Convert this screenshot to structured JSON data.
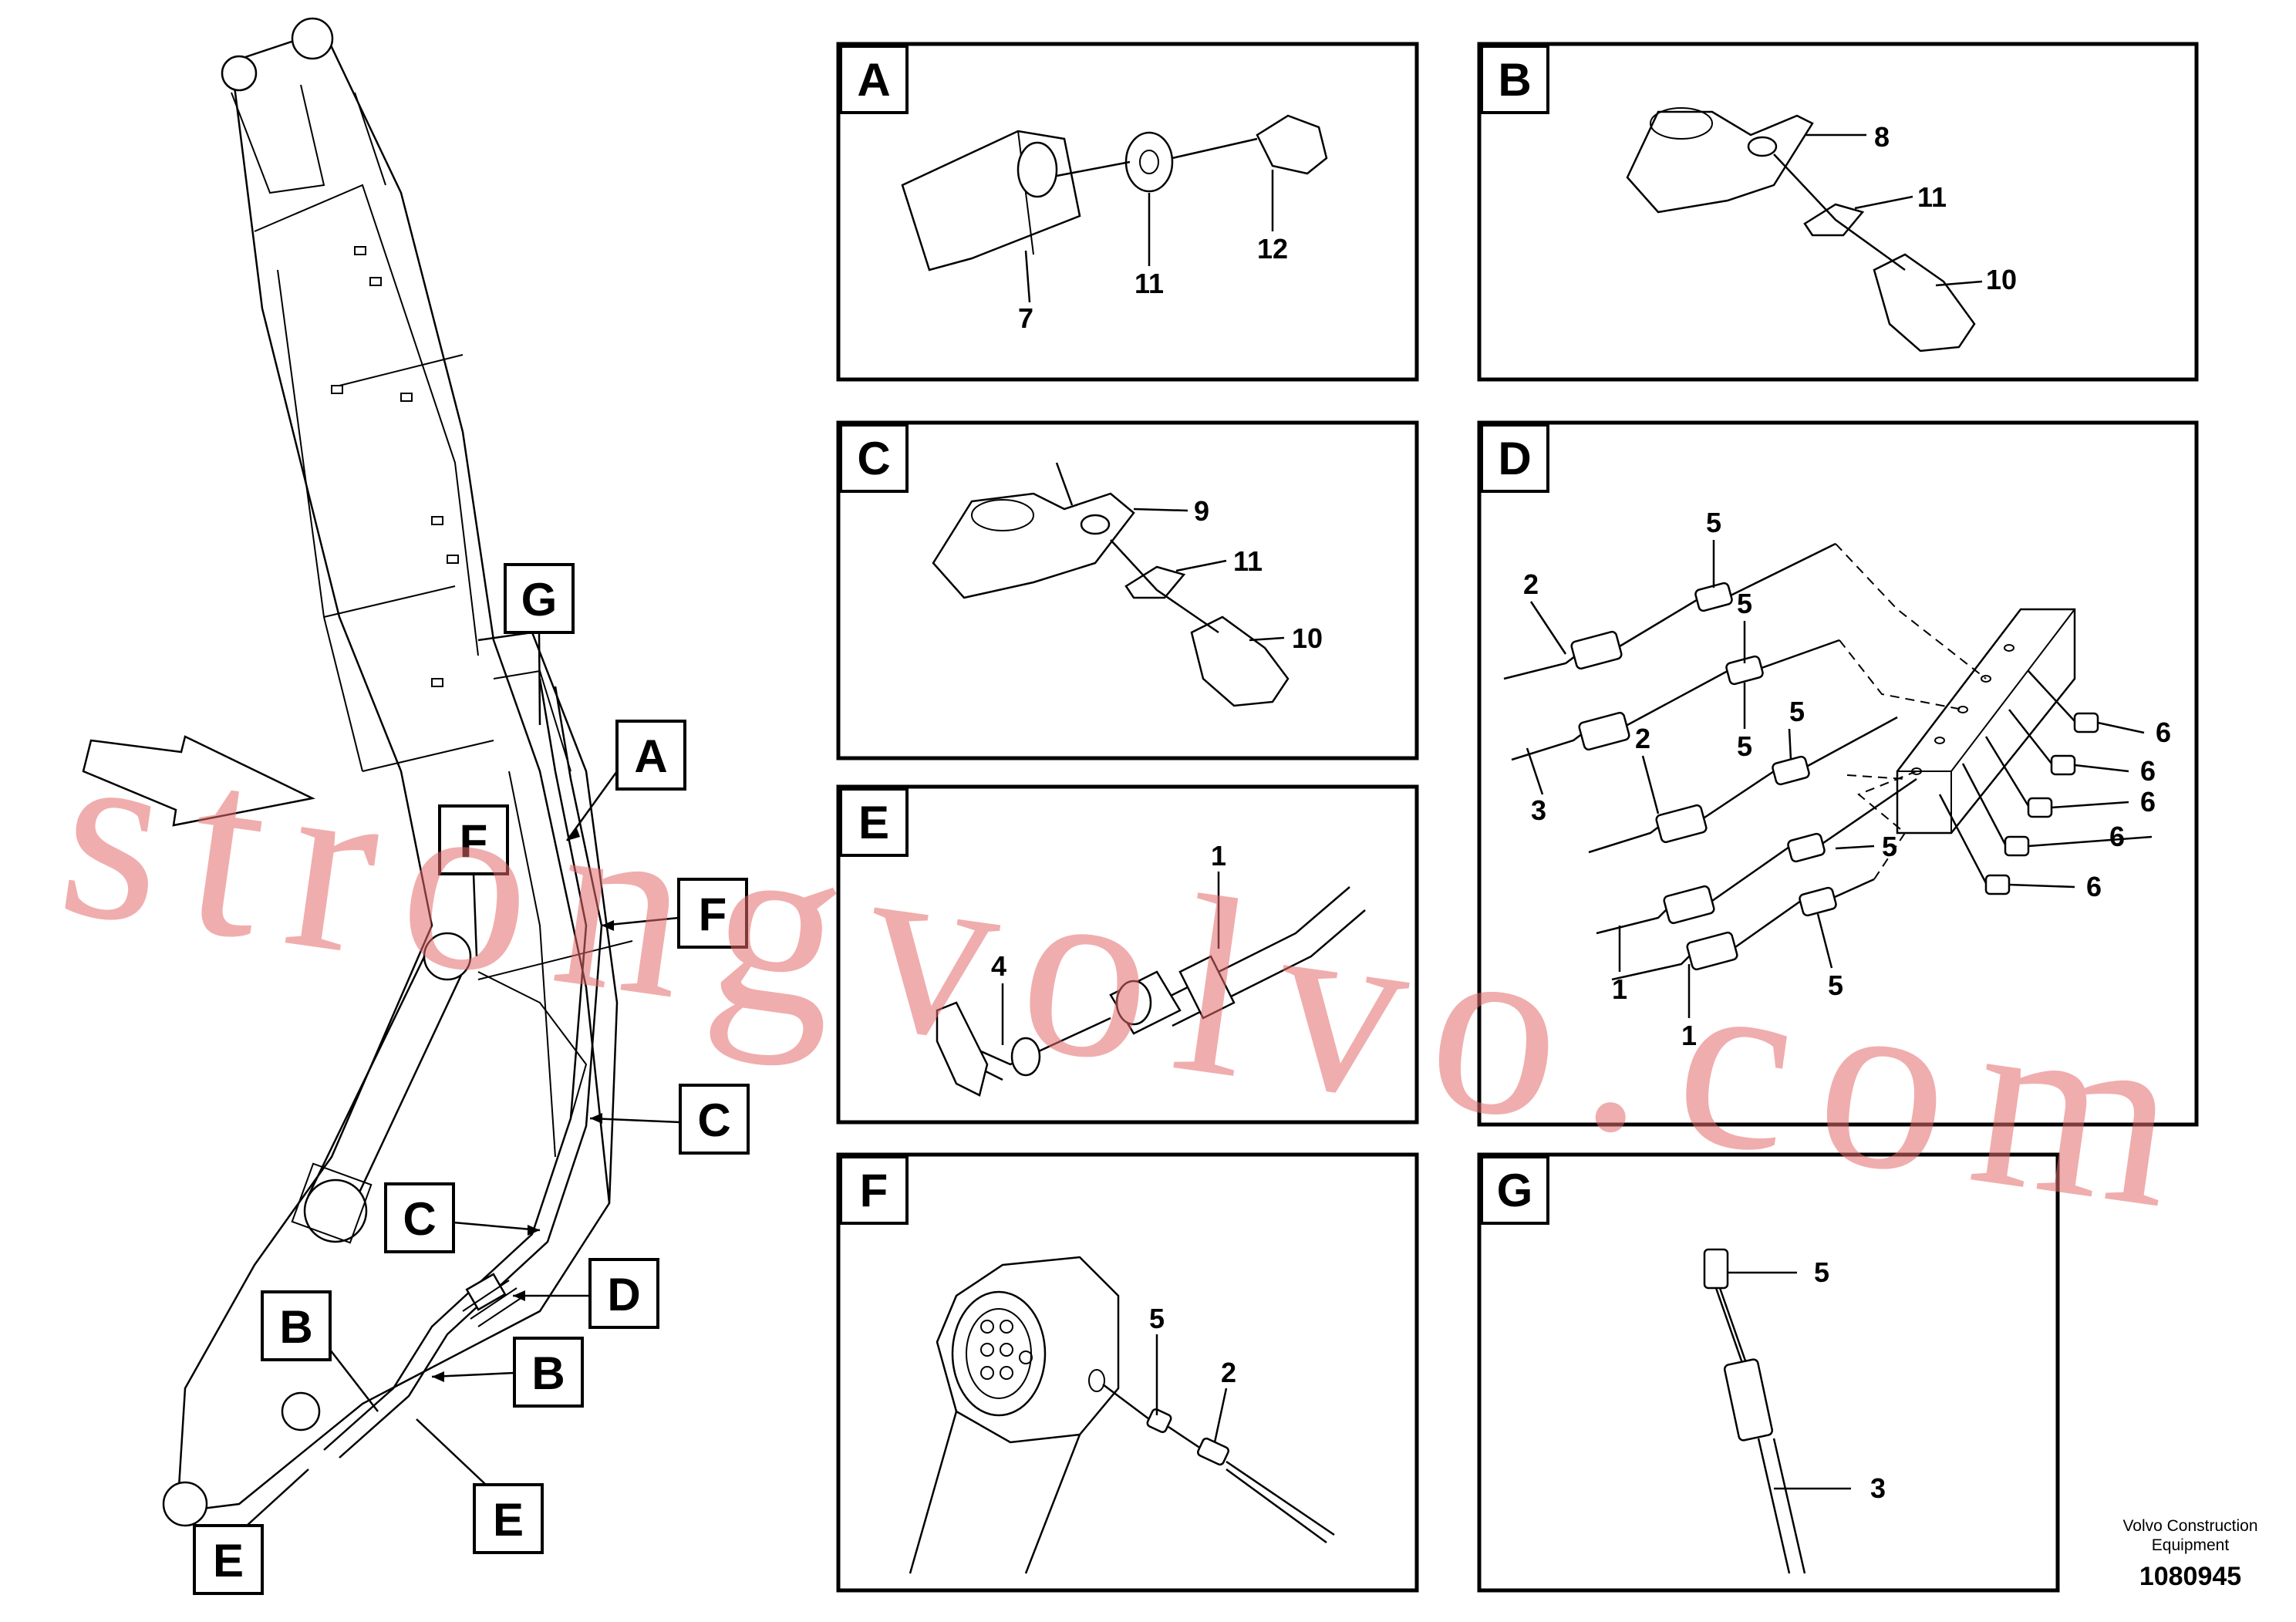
{
  "watermark": "strongvolvo.com",
  "footer": {
    "brand_line1": "Volvo Construction",
    "brand_line2": "Equipment",
    "drawing_number": "1080945"
  },
  "overview_tags": [
    "G",
    "A",
    "F",
    "F",
    "C",
    "C",
    "D",
    "B",
    "B",
    "E",
    "E"
  ],
  "panels": [
    {
      "letter": "A",
      "callouts": [
        "7",
        "11",
        "12"
      ]
    },
    {
      "letter": "B",
      "callouts": [
        "8",
        "11",
        "10"
      ]
    },
    {
      "letter": "C",
      "callouts": [
        "9",
        "11",
        "10"
      ]
    },
    {
      "letter": "D",
      "callouts": [
        "5",
        "2",
        "5",
        "5",
        "2",
        "3",
        "5",
        "5",
        "1",
        "1",
        "5",
        "6",
        "6",
        "6",
        "6",
        "6"
      ]
    },
    {
      "letter": "E",
      "callouts": [
        "1",
        "4"
      ]
    },
    {
      "letter": "F",
      "callouts": [
        "5",
        "2"
      ]
    },
    {
      "letter": "G",
      "callouts": [
        "5",
        "3"
      ]
    }
  ]
}
